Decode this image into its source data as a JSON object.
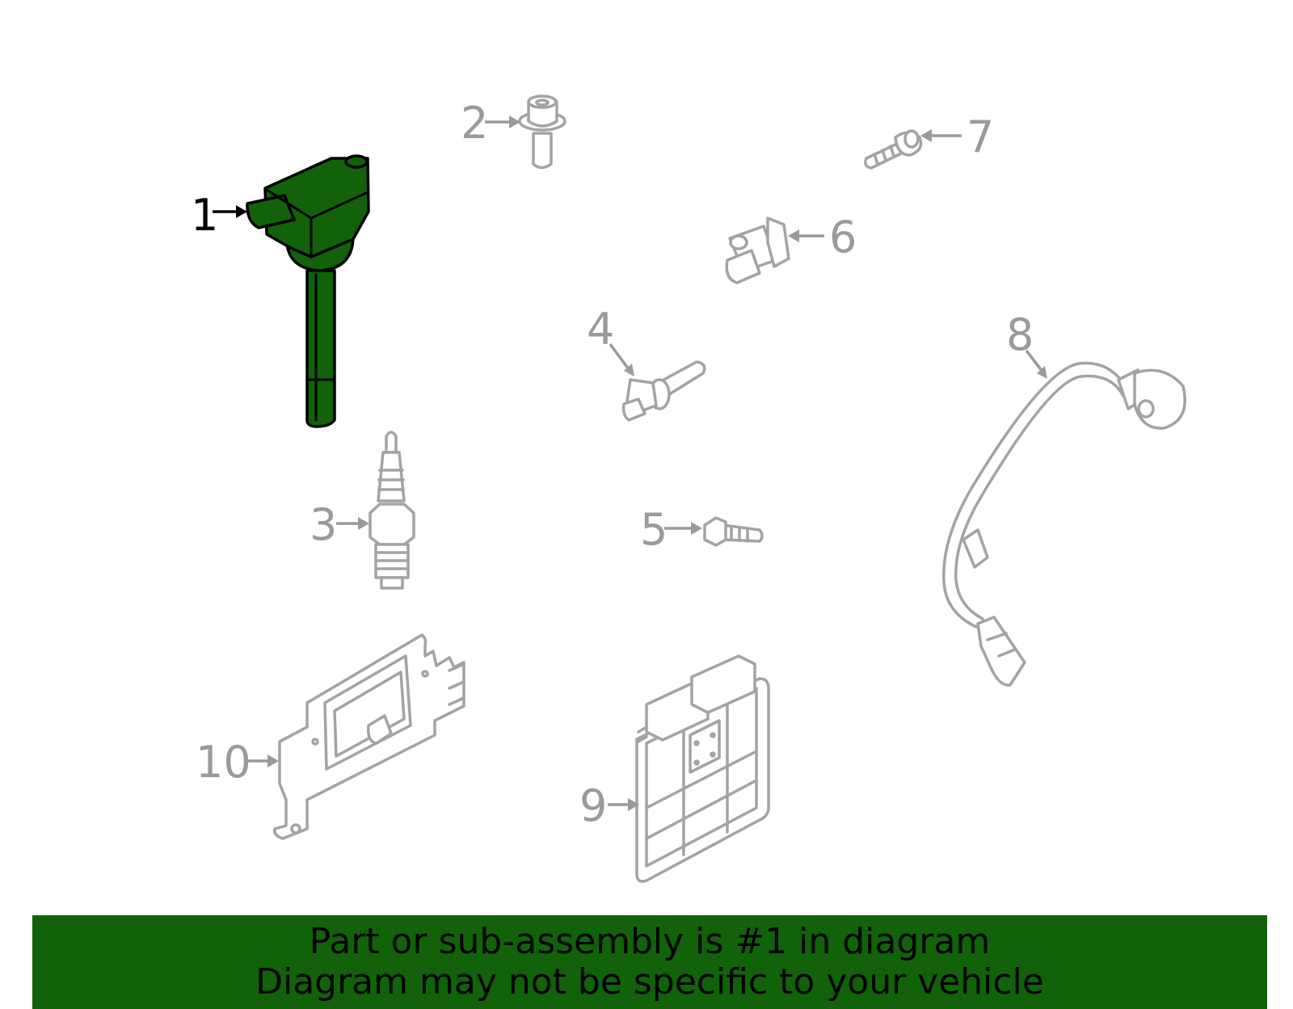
{
  "callouts": {
    "c1": "1",
    "c2": "2",
    "c3": "3",
    "c4": "4",
    "c5": "5",
    "c6": "6",
    "c7": "7",
    "c8": "8",
    "c9": "9",
    "c10": "10"
  },
  "highlighted_part": "1",
  "colors": {
    "highlight": "#116208",
    "part_outline": "#a3a3a3",
    "label": "#9a9a9a"
  },
  "banner": {
    "line1": "Part or sub-assembly is #1 in diagram",
    "line2": "Diagram may not be specific to your vehicle"
  }
}
